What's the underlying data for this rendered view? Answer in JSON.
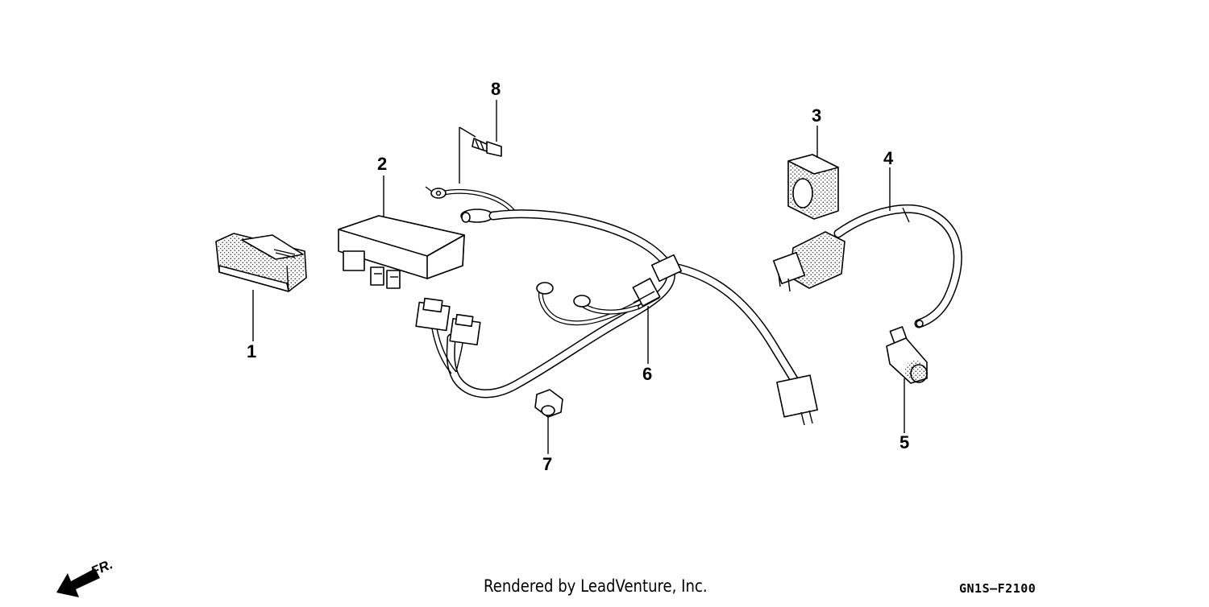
{
  "diagram": {
    "callouts": [
      {
        "id": "1",
        "label": "1"
      },
      {
        "id": "2",
        "label": "2"
      },
      {
        "id": "3",
        "label": "3"
      },
      {
        "id": "4",
        "label": "4"
      },
      {
        "id": "5",
        "label": "5"
      },
      {
        "id": "6",
        "label": "6"
      },
      {
        "id": "7",
        "label": "7"
      },
      {
        "id": "8",
        "label": "8"
      }
    ],
    "front_indicator": "FR."
  },
  "footer": {
    "credit": "Rendered by LeadVenture, Inc.",
    "diagram_code": "GN1S–F2100"
  }
}
